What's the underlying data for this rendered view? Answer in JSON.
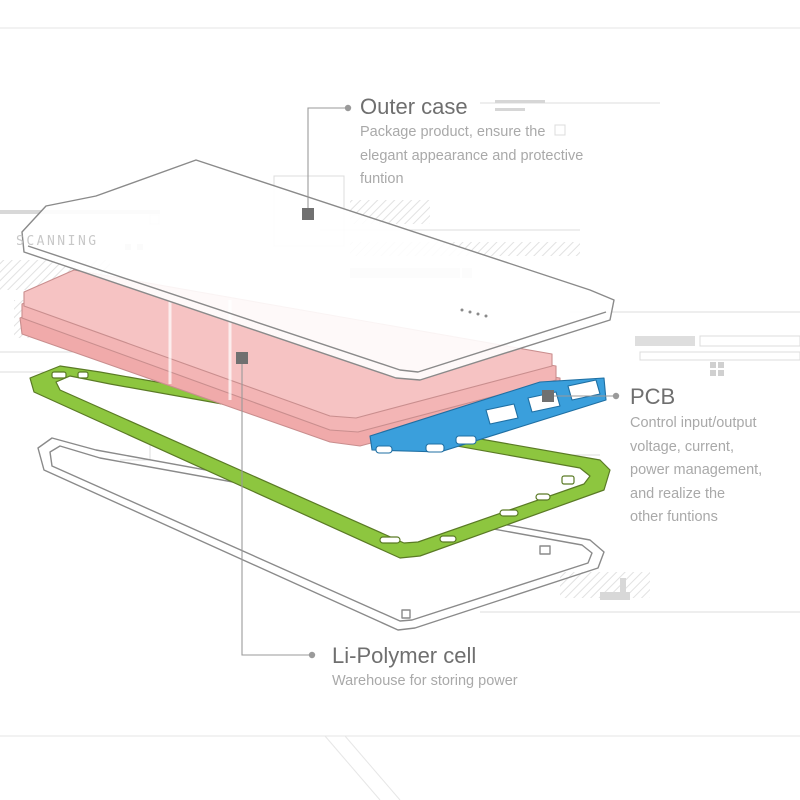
{
  "background_text": {
    "scanning": "SCANNING"
  },
  "callouts": {
    "outer_case": {
      "title": "Outer case",
      "desc": [
        "Package product, ensure the",
        "elegant appearance and protective",
        "funtion"
      ]
    },
    "pcb": {
      "title": "PCB",
      "desc": [
        "Control input/output",
        "voltage, current,",
        "power management,",
        "and realize the",
        "other funtions"
      ]
    },
    "cell": {
      "title": "Li-Polymer cell",
      "desc": [
        "Warehouse for storing power"
      ]
    }
  },
  "colors": {
    "case_outline": "#8a8a8a",
    "battery": "#f3b5b5",
    "pcb": "#3a9fdc",
    "frame": "#8dc63f",
    "leader": "#9a9a9a",
    "marker": "#707070",
    "hud": "#d9d9d9"
  },
  "icons": {
    "usb_port": "usb-port-icon",
    "micro_usb_port": "micro-usb-port-icon",
    "marker": "square-marker-icon"
  }
}
